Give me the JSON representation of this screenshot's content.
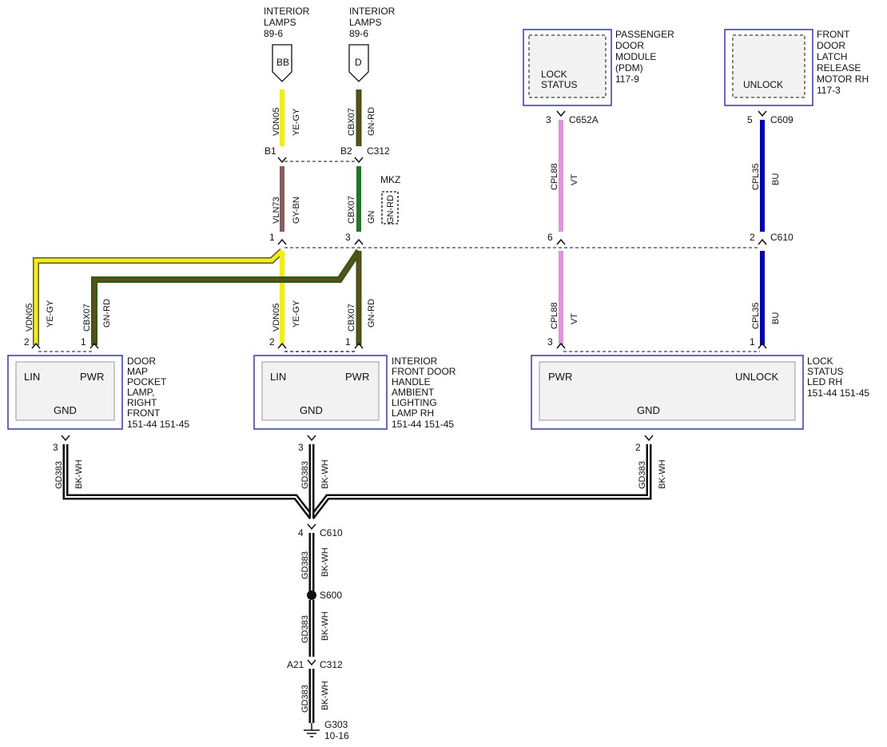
{
  "diagram": {
    "top_connectors": {
      "left": {
        "name_lines": [
          "INTERIOR",
          "LAMPS",
          "89-6"
        ],
        "pin": "BB"
      },
      "right": {
        "name_lines": [
          "INTERIOR",
          "LAMPS",
          "89-6"
        ],
        "pin": "D"
      }
    },
    "pdm": {
      "inner_lines": [
        "LOCK",
        "STATUS"
      ],
      "label_lines": [
        "PASSENGER",
        "DOOR",
        "MODULE",
        "(PDM)",
        "117-9"
      ]
    },
    "latch": {
      "inner_lines": [
        "UNLOCK"
      ],
      "label_lines": [
        "FRONT",
        "DOOR",
        "LATCH",
        "RELEASE",
        "MOTOR RH",
        "117-3"
      ]
    },
    "wires": {
      "vdn05_top": {
        "circuit": "VDN05",
        "color": "YE-GY"
      },
      "cbx07_top": {
        "circuit": "CBX07",
        "color": "GN-RD"
      },
      "vln73": {
        "circuit": "VLN73",
        "color": "GY-BN"
      },
      "cbx07_mid": {
        "circuit": "CBX07",
        "color": "GN",
        "alt": "GN-RD"
      },
      "mkz": "MKZ",
      "cpl88_top": {
        "circuit": "CPL88",
        "color": "VT"
      },
      "cpl35_top": {
        "circuit": "CPL35",
        "color": "BU"
      },
      "vdn05_left": {
        "circuit": "VDN05",
        "color": "YE-GY"
      },
      "cbx07_left": {
        "circuit": "CBX07",
        "color": "GN-RD"
      },
      "vdn05_center": {
        "circuit": "VDN05",
        "color": "YE-GY"
      },
      "cbx07_center": {
        "circuit": "CBX07",
        "color": "GN-RD"
      },
      "cpl88_bottom": {
        "circuit": "CPL88",
        "color": "VT"
      },
      "cpl35_bottom": {
        "circuit": "CPL35",
        "color": "BU"
      },
      "gd383": {
        "circuit": "GD383",
        "color": "BK-WH"
      }
    },
    "pins": {
      "b1": "B1",
      "b2": "B2",
      "c312": "C312",
      "p3_c652a": "3",
      "c652a": "C652A",
      "p5_c609": "5",
      "c609": "C609",
      "p1_c610": "1",
      "p3_c610": "3",
      "p6_c610": "6",
      "p2_c610": "2",
      "c610": "C610",
      "left_lin": "2",
      "left_pwr": "1",
      "center_lin": "2",
      "center_pwr": "1",
      "led_pwr": "3",
      "led_unlock": "1",
      "left_gnd": "3",
      "center_gnd": "3",
      "led_gnd": "2",
      "ground_pin": "4",
      "ground_conn": "C610",
      "splice": "S600",
      "a21": "A21",
      "c312_low": "C312",
      "ground": "G303",
      "ground_ref": "10-16"
    },
    "components": {
      "door_map": {
        "lin": "LIN",
        "pwr": "PWR",
        "gnd": "GND",
        "label_lines": [
          "DOOR",
          "MAP",
          "POCKET",
          "LAMP,",
          "RIGHT",
          "FRONT",
          "151-44  151-45"
        ]
      },
      "interior_handle": {
        "lin": "LIN",
        "pwr": "PWR",
        "gnd": "GND",
        "label_lines": [
          "INTERIOR",
          "FRONT DOOR",
          "HANDLE",
          "AMBIENT",
          "LIGHTING",
          "LAMP RH",
          "151-44  151-45"
        ]
      },
      "lock_led": {
        "pwr": "PWR",
        "unlock": "UNLOCK",
        "gnd": "GND",
        "label_lines": [
          "LOCK",
          "STATUS",
          "LED RH",
          "151-44  151-45"
        ]
      }
    },
    "colors": {
      "yellow": "#f2f200",
      "green": "#1f7a1f",
      "dark_green": "#2f5e12",
      "violet": "#e58fe0",
      "blue": "#0000cc",
      "brown": "#8b5a5a",
      "black": "#111111",
      "box_border": "#3333cc"
    }
  }
}
